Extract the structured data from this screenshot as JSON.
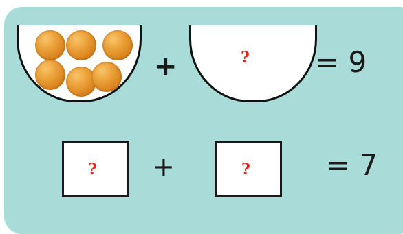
{
  "equation_top": {
    "plus": "+",
    "equals": "= 9",
    "unknown": "?",
    "orange_count": 6
  },
  "equation_bottom": {
    "plus": "+",
    "equals": "= 7",
    "unknown_left": "?",
    "unknown_right": "?"
  },
  "colors": {
    "panel": "#a9dcd8",
    "question_mark": "#e3241b",
    "orange": "#eca23a"
  }
}
